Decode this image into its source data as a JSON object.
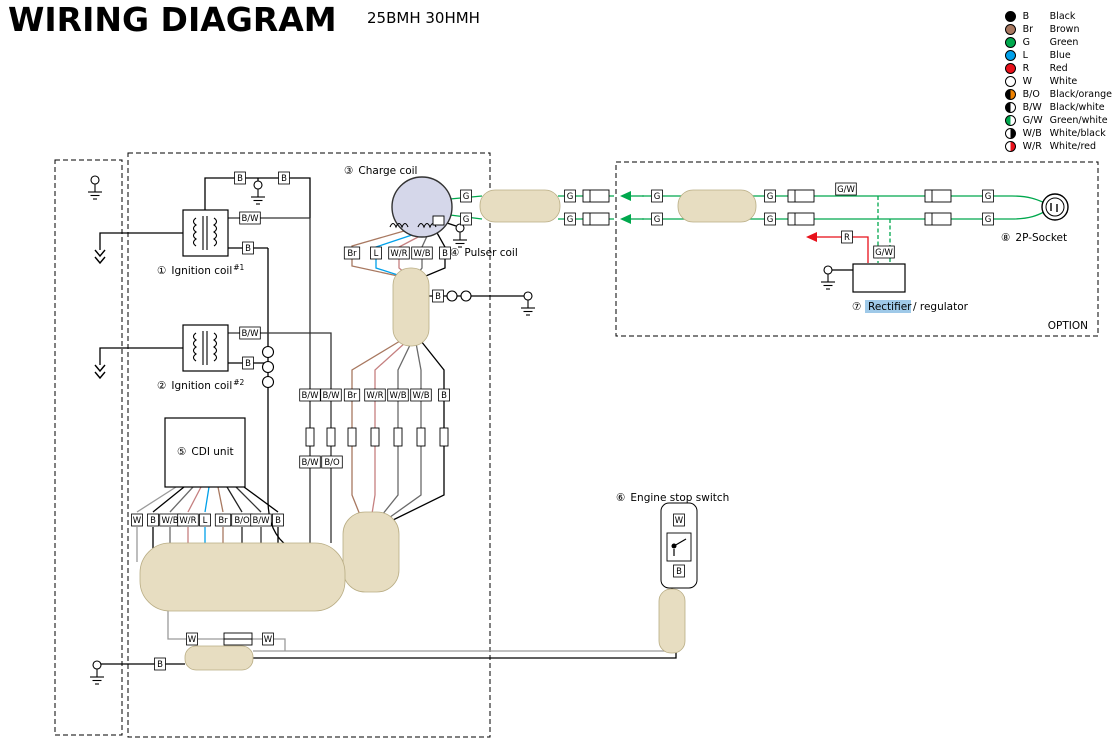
{
  "title": "WIRING DIAGRAM",
  "subtitle": "25BMH 30HMH",
  "legend": {
    "items": [
      {
        "code": "B",
        "name": "Black",
        "colors": [
          "#000000"
        ]
      },
      {
        "code": "Br",
        "name": "Brown",
        "colors": [
          "#a87860"
        ]
      },
      {
        "code": "G",
        "name": "Green",
        "colors": [
          "#00a84d"
        ]
      },
      {
        "code": "L",
        "name": "Blue",
        "colors": [
          "#00a0e9"
        ]
      },
      {
        "code": "R",
        "name": "Red",
        "colors": [
          "#e8101a"
        ]
      },
      {
        "code": "W",
        "name": "White",
        "colors": [
          "#ffffff"
        ]
      },
      {
        "code": "B/O",
        "name": "Black/orange",
        "colors": [
          "#000000",
          "#f08300"
        ]
      },
      {
        "code": "B/W",
        "name": "Black/white",
        "colors": [
          "#000000",
          "#ffffff"
        ]
      },
      {
        "code": "G/W",
        "name": "Green/white",
        "colors": [
          "#00a84d",
          "#ffffff"
        ]
      },
      {
        "code": "W/B",
        "name": "White/black",
        "colors": [
          "#ffffff",
          "#000000"
        ]
      },
      {
        "code": "W/R",
        "name": "White/red",
        "colors": [
          "#ffffff",
          "#e8101a"
        ]
      }
    ]
  },
  "components": {
    "ignition1": {
      "num": "①",
      "label": "Ignition coil",
      "sup": "#1"
    },
    "ignition2": {
      "num": "②",
      "label": "Ignition coil",
      "sup": "#2"
    },
    "charge_coil": {
      "num": "③",
      "label": "Charge coil"
    },
    "pulser_coil": {
      "num": "④",
      "label": "Pulser coil"
    },
    "cdi": {
      "num": "⑤",
      "label": "CDI unit"
    },
    "stop_switch": {
      "num": "⑥",
      "label": "Engine stop switch"
    },
    "rectifier": {
      "num": "⑦",
      "highlight": "Rectifier",
      "rest": " / regulator"
    },
    "socket": {
      "num": "⑧",
      "label": "2P-Socket"
    }
  },
  "option_label": "OPTION",
  "wire_labels": [
    "B",
    "B",
    "B/W",
    "B",
    "B/W",
    "B",
    "Br",
    "L",
    "W/R",
    "W/B",
    "B",
    "B",
    "B/W",
    "B/W",
    "Br",
    "W/R",
    "W/B",
    "W/B",
    "B",
    "B/W",
    "B/O",
    "W",
    "B",
    "W/B",
    "W/R",
    "L",
    "Br",
    "B/O",
    "B/W",
    "B",
    "W",
    "W",
    "B",
    "G",
    "G",
    "G",
    "G",
    "G",
    "G",
    "G",
    "G",
    "G/W",
    "G",
    "G",
    "R",
    "G/W",
    "W",
    "B"
  ]
}
